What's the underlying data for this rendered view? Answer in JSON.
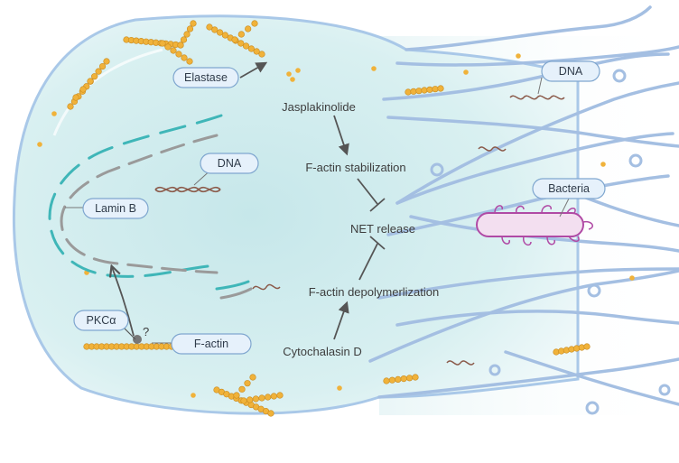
{
  "labels": {
    "elastase": "Elastase",
    "dna_nucleus": "DNA",
    "lamin_b": "Lamin B",
    "pkc": "PKCα",
    "question": "?",
    "f_actin_label": "F-actin",
    "jasplakinolide": "Jasplakinolide",
    "f_actin_stabilization": "F-actin stabilization",
    "net_release": "NET release",
    "f_actin_depolymerization": "F-actin depolymerlization",
    "cytochalasin_d": "Cytochalasin D",
    "dna_extracellular": "DNA",
    "bacteria": "Bacteria"
  },
  "colors": {
    "cell_fill": "#d7eef0",
    "cell_outline": "#a9c8e8",
    "net_fiber": "#a4bfe2",
    "granule": "#f0b23a",
    "lamin": "#3fb6b8",
    "nuclear_gray": "#9a9a9a",
    "dna": "#8b5a4a",
    "bacteria": "#b04aa5",
    "arrow": "#555555",
    "pill_fill": "#e6f1fb",
    "pill_stroke": "#7fa6cf"
  }
}
